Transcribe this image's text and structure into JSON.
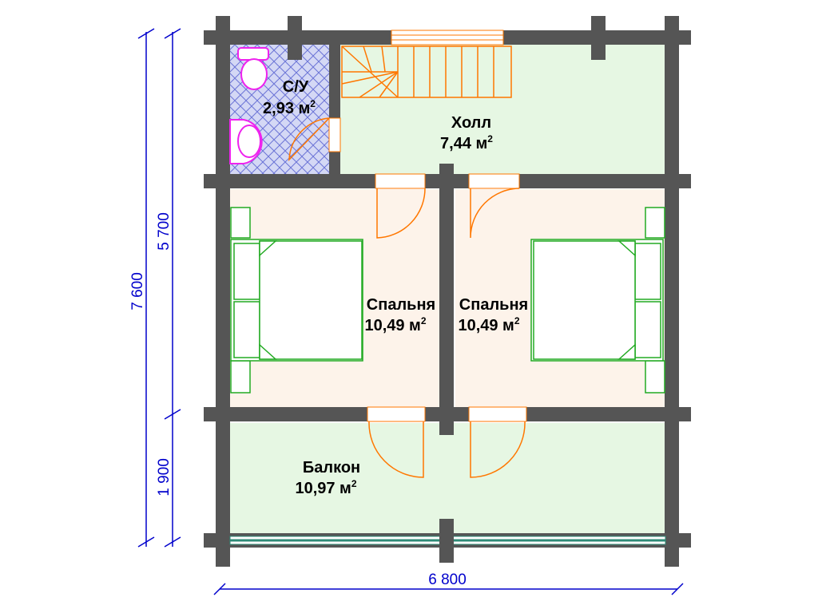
{
  "rooms": [
    {
      "id": "bathroom",
      "name": "С/У",
      "area": "2,93 м",
      "sup": "2"
    },
    {
      "id": "hall",
      "name": "Холл",
      "area": "7,44 м",
      "sup": "2"
    },
    {
      "id": "bedroom-left",
      "name": "Спальня",
      "area": "10,49 м",
      "sup": "2"
    },
    {
      "id": "bedroom-right",
      "name": "Спальня",
      "area": "10,49 м",
      "sup": "2"
    },
    {
      "id": "balcony",
      "name": "Балкон",
      "area": "10,97 м",
      "sup": "2"
    }
  ],
  "dimensions": {
    "total_height": "7 600",
    "upper_height": "5 700",
    "lower_height": "1 900",
    "total_width": "6 800"
  },
  "colors": {
    "wall": "#555555",
    "hall_fill": "#e6f7e3",
    "bedroom_fill": "#fdf3ea",
    "bath_fill": "#d4d8f5",
    "door": "#ff7700",
    "furniture": "#22aa22",
    "plumbing": "#ee22ee",
    "dimension": "#0000cc",
    "railing": "#2e8b77"
  }
}
